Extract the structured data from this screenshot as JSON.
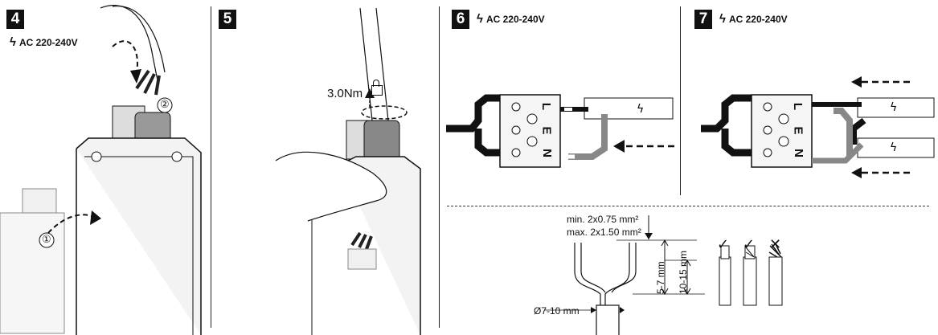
{
  "steps": {
    "s4": {
      "number": "4",
      "voltage": "AC 220-240V",
      "callout_1": "①",
      "callout_2": "②"
    },
    "s5": {
      "number": "5",
      "torque": "3.0Nm"
    },
    "s6": {
      "number": "6",
      "voltage": "AC 220-240V"
    },
    "s7": {
      "number": "7",
      "voltage": "AC 220-240V"
    }
  },
  "terminal_labels": {
    "L": "L",
    "E": "E",
    "N": "N"
  },
  "cable_spec": {
    "min_cross_section": "min. 2x0.75 mm²",
    "max_cross_section": "max. 2x1.50 mm²",
    "diameter": "Ø7-10 mm",
    "strip_length": "5-7 mm",
    "sheath_strip": "10-15 mm"
  },
  "wire_end_marks": [
    "✓",
    "✓",
    "✕"
  ],
  "icons": {
    "voltage": "lightning-bolt-icon",
    "torque": "padlock-icon"
  },
  "colors": {
    "line": "#111111",
    "wire_dark": "#222222",
    "wire_grey": "#8a8a8a",
    "housing": "#eeeeee"
  }
}
